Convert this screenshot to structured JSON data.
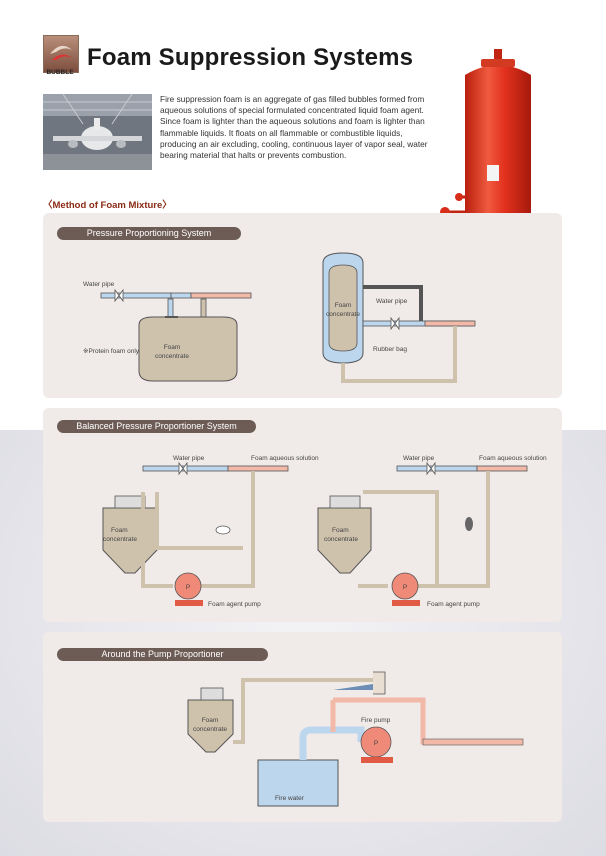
{
  "brand": {
    "logo_text": "BUBBLE"
  },
  "title": "Foam Suppression Systems",
  "intro": "Fire suppression foam is an aggregate of gas filled bubbles formed from aqueous solutions of special formulated concentrated liquid foam agent. Since foam is lighter than the aqueous solutions and foam is lighter than flammable liquids.  It floats on all flammable or combustible liquids, producing an air excluding, cooling, continuous layer of vapor seal, water bearing material that halts or prevents combustion.",
  "method_heading": "〈Method of Foam Mixture〉",
  "sections": {
    "pressure": {
      "title": "Pressure Proportioning System",
      "water_pipe": "Water pipe",
      "protein_note": "※Protein foam only",
      "foam_concentrate": [
        "Foam",
        "concentrate"
      ],
      "bag_water_pipe": "Water pipe",
      "rubber_bag": "Rubber bag"
    },
    "balanced": {
      "title": "Balanced Pressure Proportioner System",
      "water_pipe": "Water pipe",
      "aqueous": "Foam aqueous solution",
      "foam_concentrate": [
        "Foam",
        "concentrate"
      ],
      "pump_letter": "P",
      "pump_label": "Foam agent pump"
    },
    "around": {
      "title": "Around the Pump Proportioner",
      "foam_concentrate": [
        "Foam",
        "concentrate"
      ],
      "fire_pump": "Fire pump",
      "fire_water": "Fire water",
      "pump_letter": "P"
    }
  },
  "colors": {
    "accent": "#8a2a14",
    "pill": "#6d5c55",
    "panel": "#f0ebe9",
    "water": "#bcd6ee",
    "solution": "#f3b9a8",
    "foam": "#cfc2ad",
    "pump": "#f08a78",
    "tank_red": "#e2311d"
  }
}
